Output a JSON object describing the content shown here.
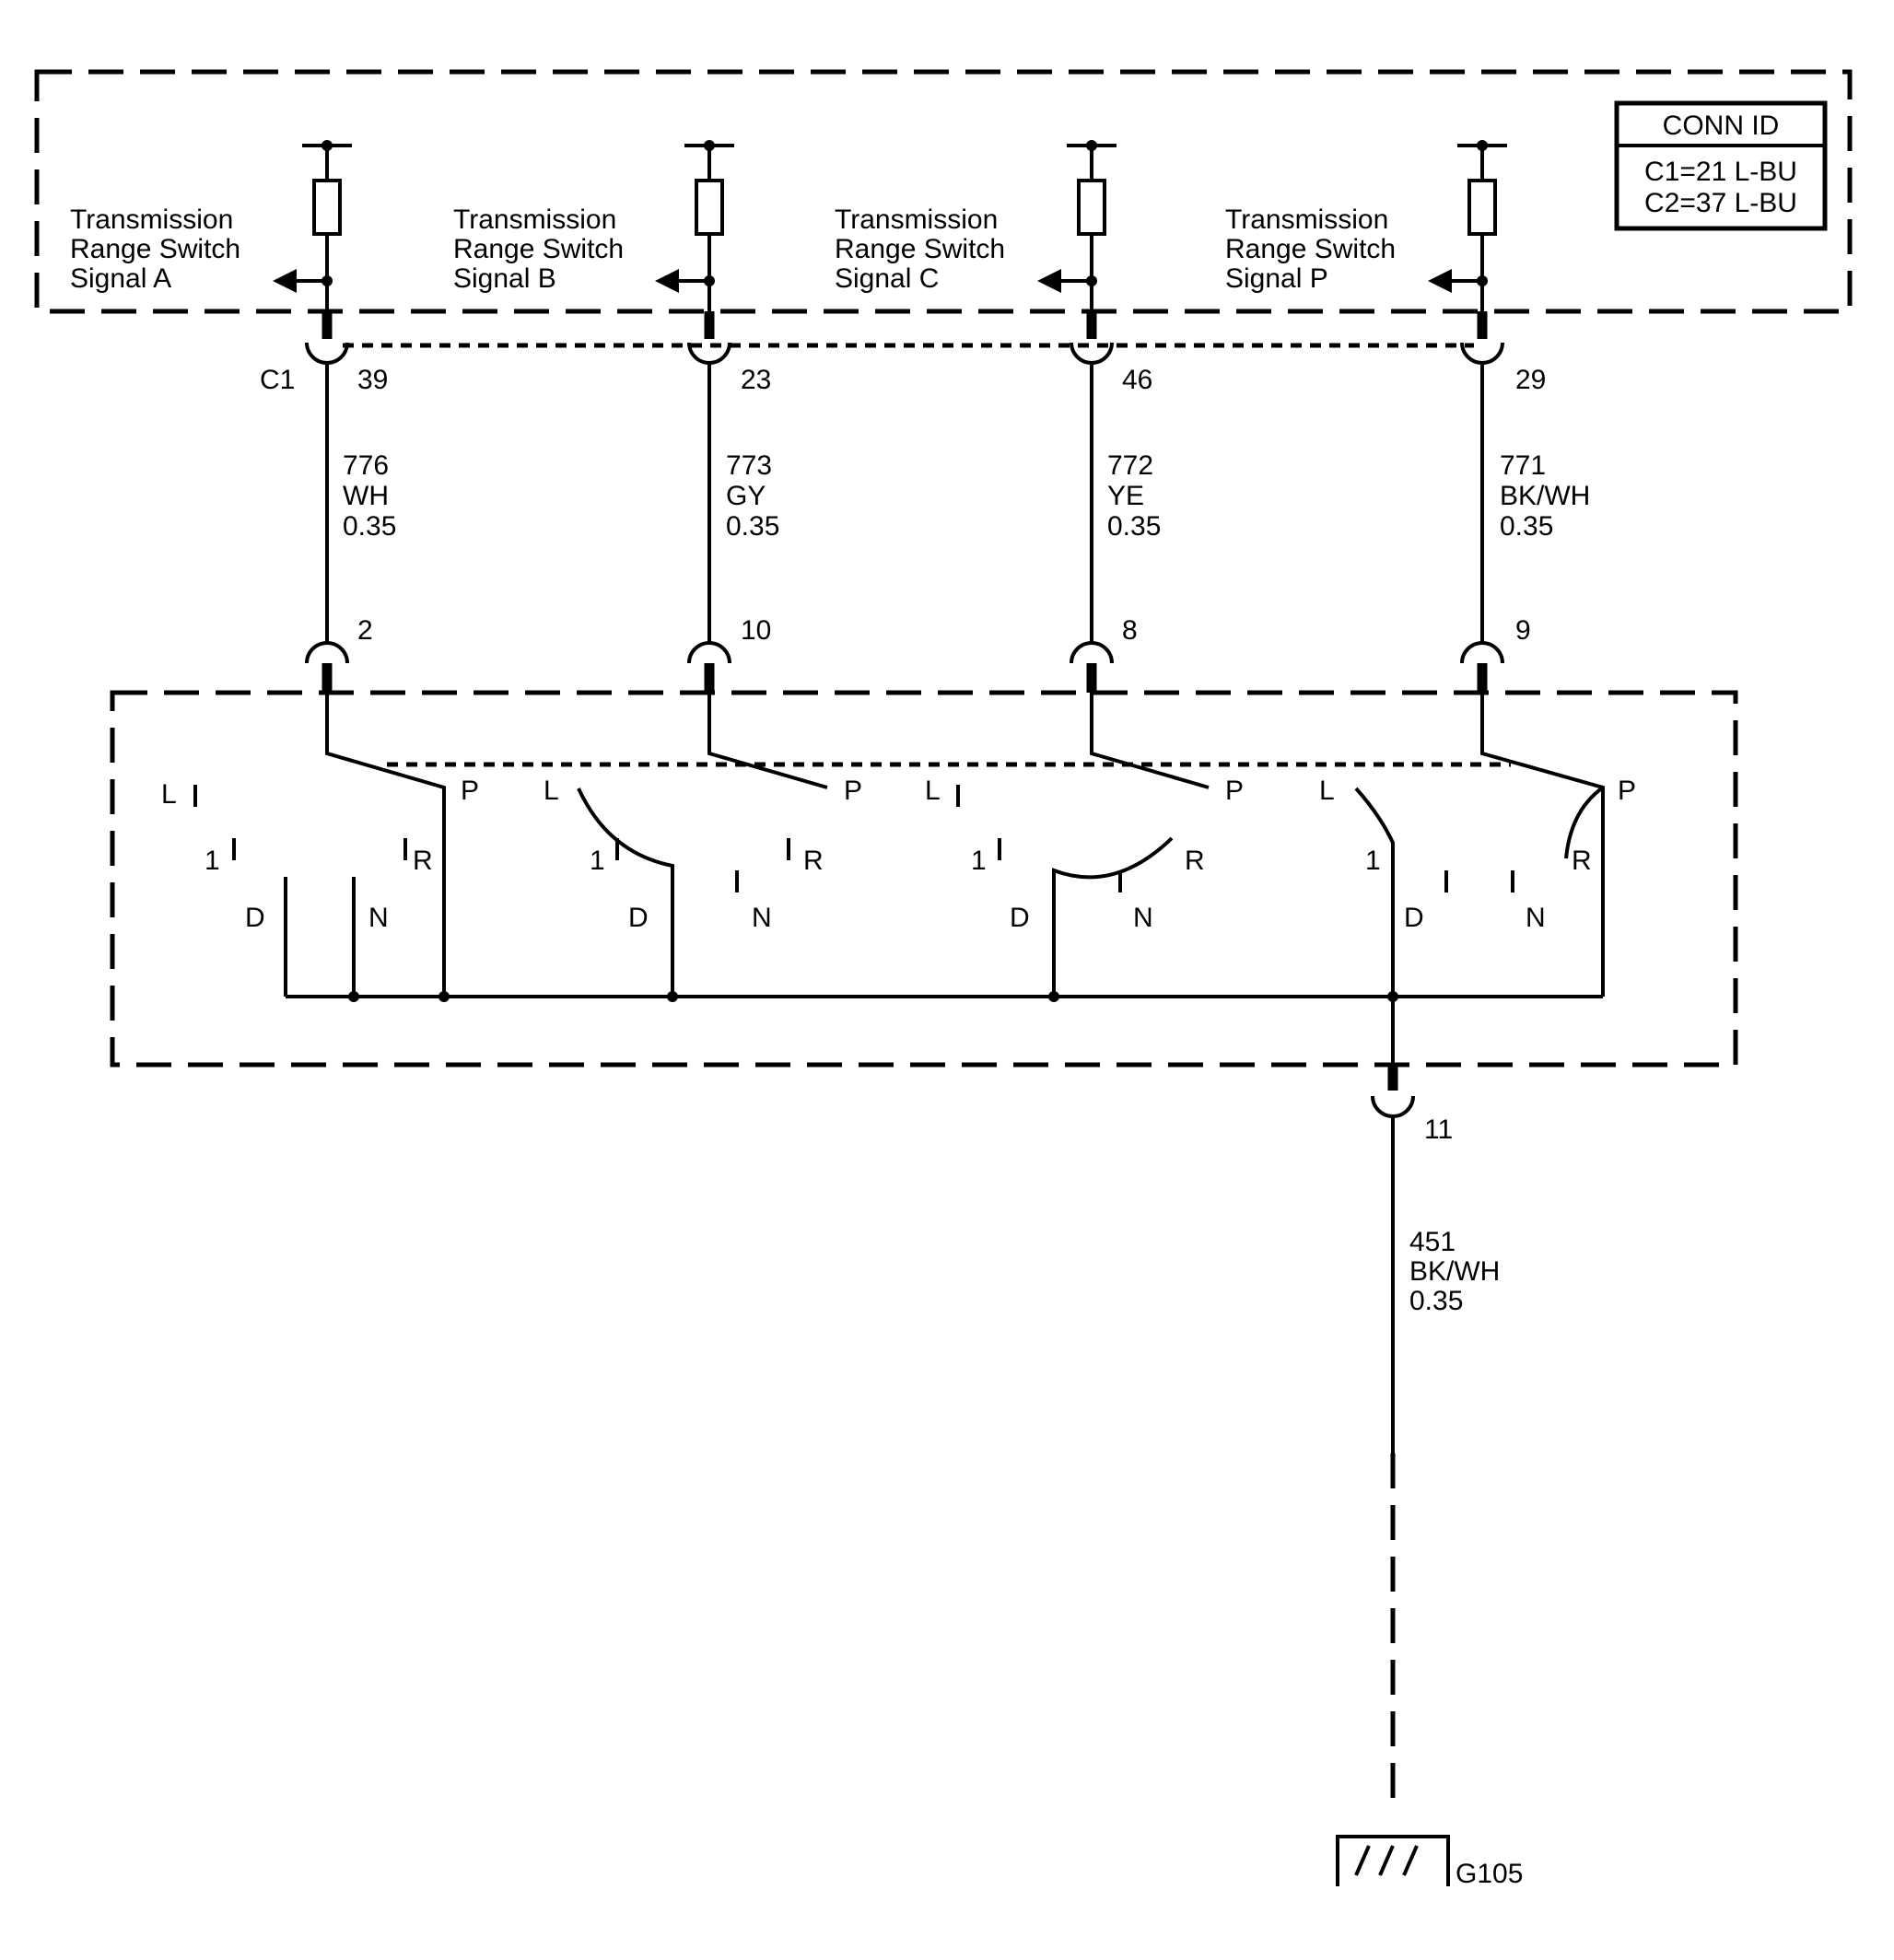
{
  "conn_id": {
    "title": "CONN ID",
    "lines": [
      "C1=21 L-BU",
      "C2=37 L-BU"
    ]
  },
  "module": {
    "connector": "C1",
    "signals": [
      {
        "line1": "Transmission",
        "line2": "Range Switch",
        "line3": "Signal A",
        "pin": "39",
        "circuit": "776",
        "color": "WH",
        "gauge": "0.35",
        "switch_pin": "2"
      },
      {
        "line1": "Transmission",
        "line2": "Range Switch",
        "line3": "Signal B",
        "pin": "23",
        "circuit": "773",
        "color": "GY",
        "gauge": "0.35",
        "switch_pin": "10"
      },
      {
        "line1": "Transmission",
        "line2": "Range Switch",
        "line3": "Signal C",
        "pin": "46",
        "circuit": "772",
        "color": "YE",
        "gauge": "0.35",
        "switch_pin": "8"
      },
      {
        "line1": "Transmission",
        "line2": "Range Switch",
        "line3": "Signal P",
        "pin": "29",
        "circuit": "771",
        "color": "BK/WH",
        "gauge": "0.35",
        "switch_pin": "9"
      }
    ]
  },
  "switch": {
    "positions": [
      "L",
      "1",
      "D",
      "N",
      "R",
      "P"
    ],
    "ground_pin": "11"
  },
  "ground": {
    "circuit": "451",
    "color": "BK/WH",
    "gauge": "0.35",
    "name": "G105"
  }
}
